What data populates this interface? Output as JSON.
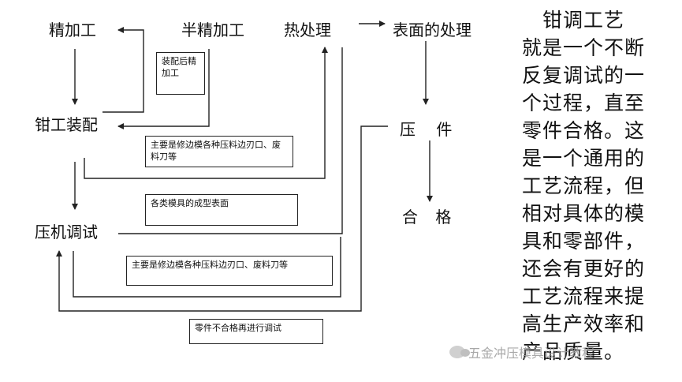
{
  "nodes": {
    "finishing": "精加工",
    "semi_finishing": "半精加工",
    "heat_treatment": "热处理",
    "surface_treatment": "表面的处理",
    "fitter_assembly": "钳工装配",
    "press": "压 件",
    "qualified": "合 格",
    "press_debug": "压机调试"
  },
  "callouts": {
    "assembly_finish": "装配后精加工",
    "trim_blade": "主要是修边模各种压料边刃口、废料刀等",
    "forming_surface": "各类模具的成型表面",
    "trim_blade_2": "主要是修边模各种压料边刃口、废料刀等",
    "unqualified": "零件不合格再进行调试"
  },
  "side_text": [
    "　钳调工艺",
    "就是一个不断",
    "反复调试的一",
    "个过程，直至",
    "零件合格。这",
    "是一个通用的",
    "工艺流程，但",
    "相对具体的模",
    "具和零部件，",
    "还会有更好的",
    "工艺流程来提",
    "高生产效率和",
    "产品质量。"
  ],
  "watermark": "五金冲压模具设计教程",
  "colors": {
    "line": "#222222",
    "text": "#111111",
    "watermark": "#9a9a9a"
  }
}
